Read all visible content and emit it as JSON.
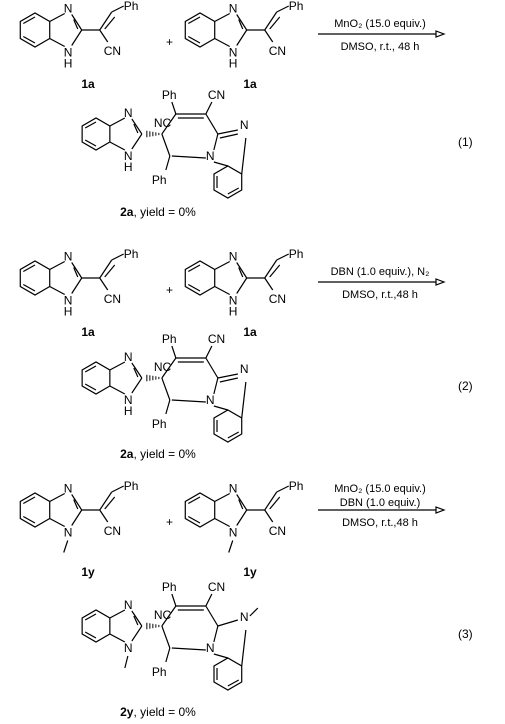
{
  "atoms": {
    "N": "N",
    "H": "H",
    "Ph": "Ph",
    "CN": "CN",
    "NC": "NC"
  },
  "reactions": [
    {
      "reactant": "1a",
      "plus": "+",
      "conditions": [
        "MnO₂ (15.0 equiv.)",
        "DMSO, r.t., 48 h"
      ],
      "product": "2a",
      "yield_text": ", yield = 0%",
      "number": "(1)"
    },
    {
      "reactant": "1a",
      "plus": "+",
      "conditions": [
        "DBN  (1.0 equiv.), N₂",
        "DMSO, r.t.,48 h"
      ],
      "product": "2a",
      "yield_text": ", yield = 0%",
      "number": "(2)"
    },
    {
      "reactant": "1y",
      "plus": "+",
      "conditions": [
        "MnO₂ (15.0 equiv.)",
        "DBN  (1.0 equiv.)",
        "DMSO, r.t.,48 h"
      ],
      "product": "2y",
      "yield_text": ", yield = 0%",
      "number": "(3)"
    }
  ]
}
